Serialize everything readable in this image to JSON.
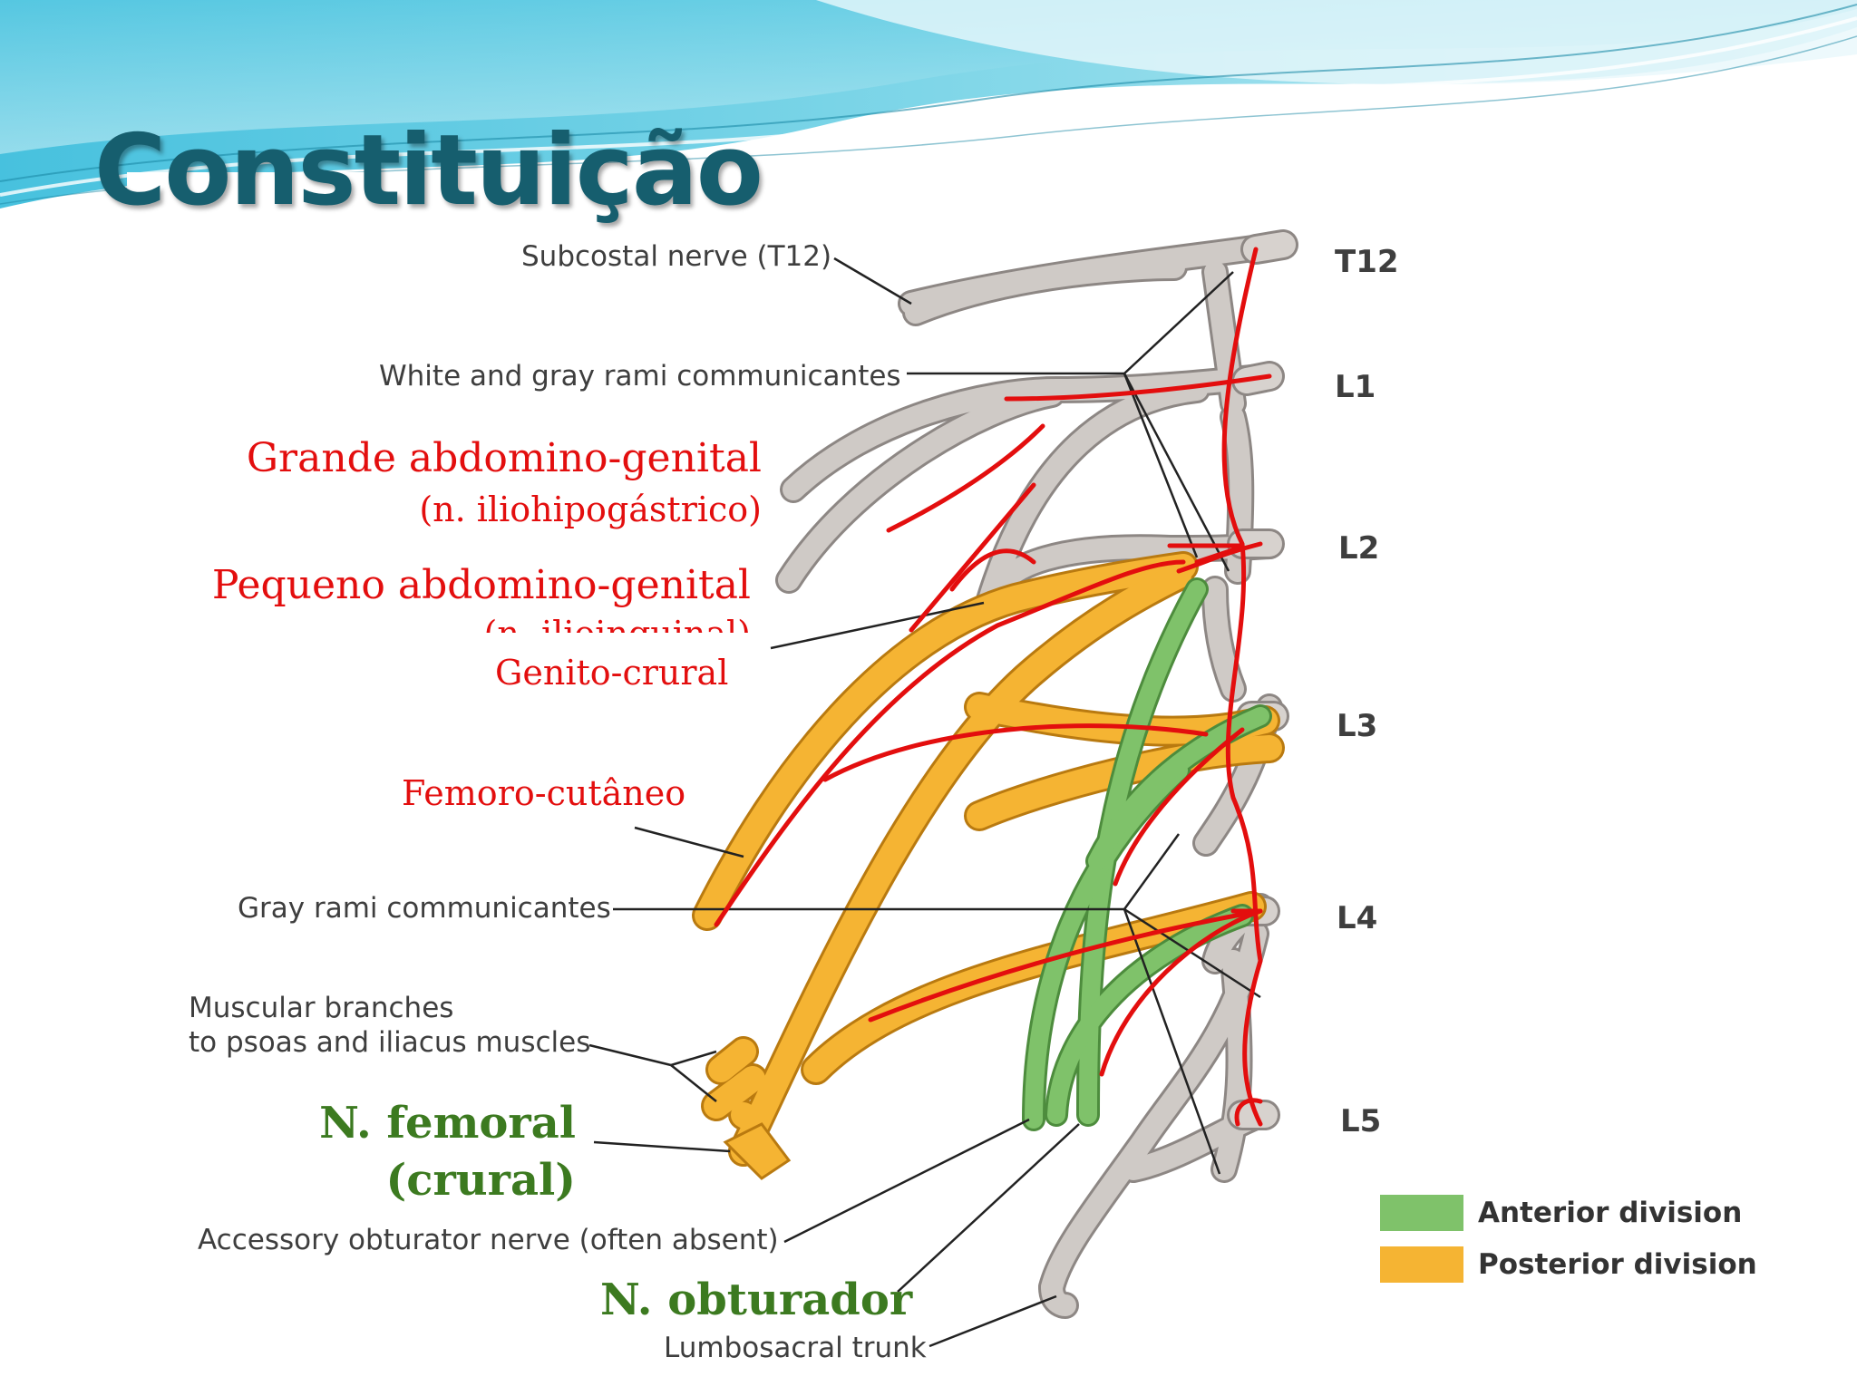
{
  "title": "Constituição",
  "segments": [
    "T12",
    "L1",
    "L2",
    "L3",
    "L4",
    "L5"
  ],
  "labels_en": {
    "subcostal": "Subcostal nerve (T12)",
    "white_gray_rami": "White and gray rami communicantes",
    "gray_rami": "Gray rami communicantes",
    "muscular_1": "Muscular branches",
    "muscular_2": "to psoas and iliacus muscles",
    "accessory_obturator": "Accessory obturator nerve (often absent)",
    "lumbosacral_trunk": "Lumbosacral trunk"
  },
  "labels_pt": {
    "grande": "Grande abdomino-genital",
    "grande_sub": "(n. iliohipogástrico)",
    "pequeno": "Pequeno abdomino-genital",
    "pequeno_sub": "(n. ilioinguinal)",
    "genito": "Genito-crural",
    "femoro": "Femoro-cutâneo",
    "femoral_1": "N. femoral",
    "femoral_2": "(crural)",
    "obturador": "N. obturador"
  },
  "legend": [
    {
      "label": "Anterior division",
      "color": "#7fc26a"
    },
    {
      "label": "Posterior division",
      "color": "#f5b433"
    }
  ],
  "colors": {
    "nerve_gray": "#cfcac6",
    "anterior": "#7fc26a",
    "posterior": "#f5b433",
    "annotation_red": "#e30e0e",
    "title": "#165e6e"
  }
}
